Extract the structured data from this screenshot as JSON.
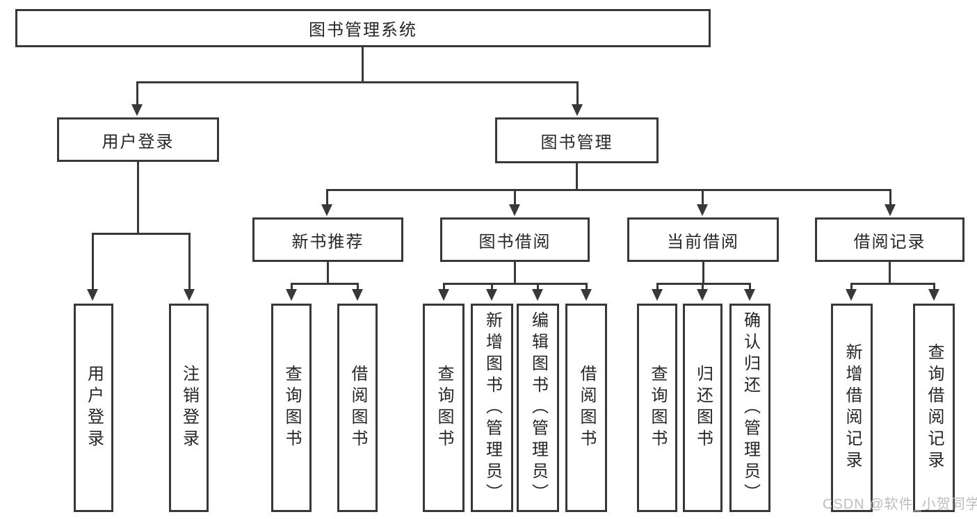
{
  "tree": {
    "root": {
      "label": "图书管理系统"
    },
    "branches": [
      {
        "label": "用户登录",
        "children": [
          {
            "label": "用户登录"
          },
          {
            "label": "注销登录"
          }
        ]
      },
      {
        "label": "图书管理",
        "children": [
          {
            "label": "新书推荐",
            "children": [
              {
                "label": "查询图书"
              },
              {
                "label": "借阅图书"
              }
            ]
          },
          {
            "label": "图书借阅",
            "children": [
              {
                "label": "查询图书"
              },
              {
                "label": "新增图书（管理员）"
              },
              {
                "label": "编辑图书（管理员）"
              },
              {
                "label": "借阅图书"
              }
            ]
          },
          {
            "label": "当前借阅",
            "children": [
              {
                "label": "查询图书"
              },
              {
                "label": "归还图书"
              },
              {
                "label": "确认归还（管理员）"
              }
            ]
          },
          {
            "label": "借阅记录",
            "children": [
              {
                "label": "新增借阅记录"
              },
              {
                "label": "查询借阅记录"
              }
            ]
          }
        ]
      }
    ]
  },
  "watermark": {
    "text": "CSDN @软件_小贺同学"
  },
  "colors": {
    "line": "#383838",
    "text": "#262626",
    "watermark": "#bdbdbd",
    "background": "#ffffff"
  }
}
